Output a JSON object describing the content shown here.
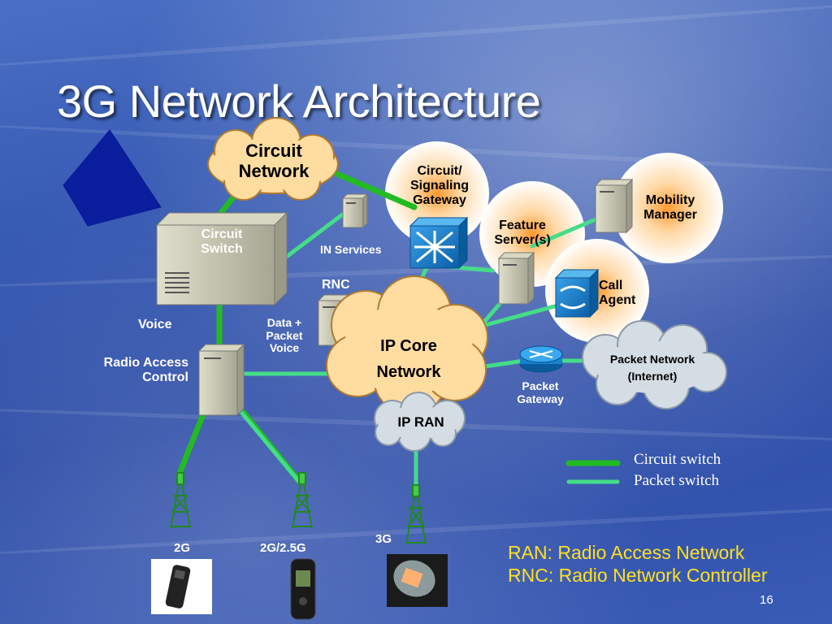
{
  "slide": {
    "title": "3G Network Architecture",
    "page_number": "16"
  },
  "nodes": {
    "circuit_network": "Circuit Network",
    "circuit_switch": "Circuit Switch",
    "circuit_signaling_gateway": "Circuit/ Signaling Gateway",
    "feature_servers": "Feature Server(s)",
    "mobility_manager": "Mobility Manager",
    "call_agent": "Call Agent",
    "in_services": "IN Services",
    "rnc": "RNC",
    "ip_core_network": "IP Core Network",
    "packet_network": "Packet Network (Internet)",
    "packet_gateway": "Packet Gateway",
    "ip_ran": "IP RAN",
    "voice": "Voice",
    "data_packet_voice": "Data + Packet Voice",
    "radio_access_control": "Radio Access Control"
  },
  "handsets": {
    "g2": "2G",
    "g25": "2G/2.5G",
    "g3": "3G"
  },
  "legend": {
    "circuit": "Circuit switch",
    "packet": "Packet switch",
    "circuit_color": "#22bb22",
    "packet_color": "#44dd88"
  },
  "definitions": {
    "ran": "RAN: Radio Access Network",
    "rnc": "RNC: Radio Network Controller"
  }
}
